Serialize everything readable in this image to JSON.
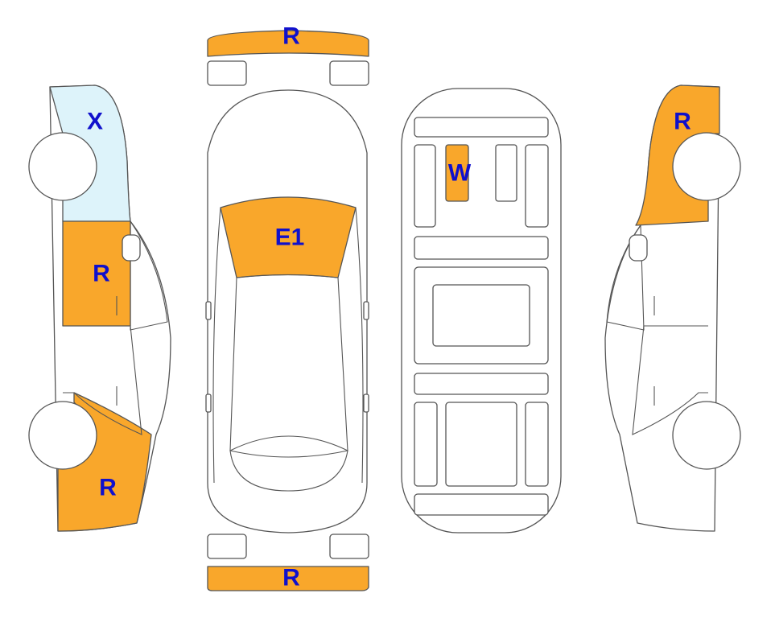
{
  "colors": {
    "repair": "#F9A72B",
    "exchange": "#DDF3FA",
    "label": "#1010CC",
    "outline": "#555555"
  },
  "panels": {
    "front_bumper": {
      "code": "R",
      "state": "repair"
    },
    "rear_bumper": {
      "code": "R",
      "state": "repair"
    },
    "hood": {
      "code": "E1",
      "state": "repair"
    },
    "roof": {
      "code": "W",
      "state": "repair"
    },
    "left_front_fender": {
      "code": "X",
      "state": "exchange"
    },
    "left_front_door": {
      "code": "R",
      "state": "repair"
    },
    "left_rear_quarter": {
      "code": "R",
      "state": "repair"
    },
    "right_front_fender": {
      "code": "R",
      "state": "repair"
    }
  }
}
